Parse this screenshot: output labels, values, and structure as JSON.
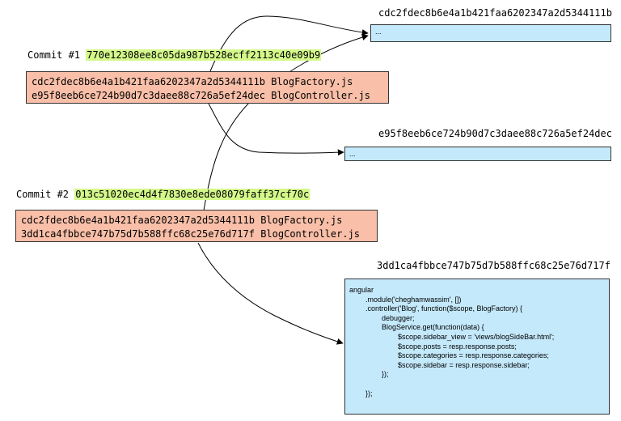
{
  "commit1": {
    "label": "Commit #1",
    "hash": "770e12308ee8c05da987b528ecff2113c40e09b9",
    "tree_entries": [
      "cdc2fdec8b6e4a1b421faa6202347a2d5344111b BlogFactory.js",
      "e95f8eeb6ce724b90d7c3daee88c726a5ef24dec BlogController.js"
    ]
  },
  "commit2": {
    "label": "Commit #2",
    "hash": "013c51020ec4d4f7830e8ede08079faff37cf70c",
    "tree_entries": [
      "cdc2fdec8b6e4a1b421faa6202347a2d5344111b BlogFactory.js",
      "3dd1ca4fbbce747b75d7b588ffc68c25e76d717f BlogController.js"
    ]
  },
  "blobs": [
    {
      "hash": "cdc2fdec8b6e4a1b421faa6202347a2d5344111b",
      "content": "..."
    },
    {
      "hash": "e95f8eeb6ce724b90d7c3daee88c726a5ef24dec",
      "content": "..."
    },
    {
      "hash": "3dd1ca4fbbce747b75d7b588ffc68c25e76d717f",
      "code_lines": [
        "angular",
        "        .module('cheghamwassim', [])",
        "        .controller('Blog', function($scope, BlogFactory) {",
        "                debugger;",
        "                BlogService.get(function(data) {",
        "                        $scope.sidebar_view = 'views/blogSideBar.html';",
        "                        $scope.posts = resp.response.posts;",
        "                        $scope.categories = resp.response.categories;",
        "                        $scope.sidebar = resp.response.sidebar;",
        "                });",
        "",
        "        });"
      ]
    }
  ]
}
